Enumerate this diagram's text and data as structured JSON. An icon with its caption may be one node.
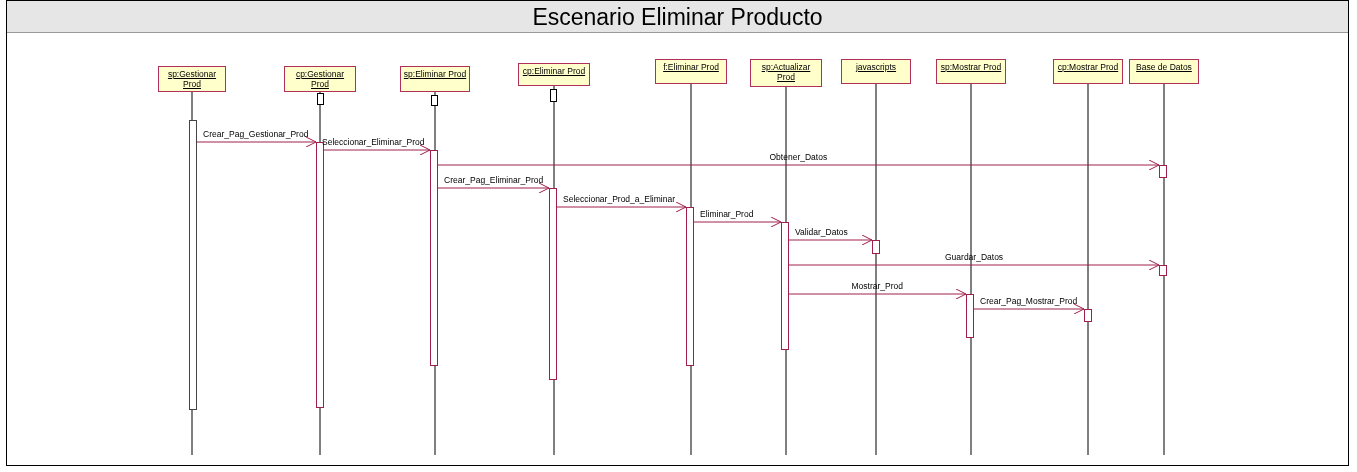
{
  "diagram": {
    "title": "Escenario Eliminar Producto",
    "nodes": [
      {
        "text": [
          "sp:Gestionar Prod"
        ]
      },
      {
        "text": [
          "cp:Gestionar Prod"
        ]
      },
      {
        "text": [
          "sp:Eliminar Prod"
        ]
      },
      {
        "text": [
          "cp:Eliminar Prod"
        ]
      },
      {
        "text": [
          "f:Eliminar Prod"
        ]
      },
      {
        "text": [
          "sp:Actualizar Prod"
        ]
      },
      {
        "text": [
          "javascripts"
        ]
      },
      {
        "text": [
          "sp:Mostrar Prod"
        ]
      },
      {
        "text": [
          "cp:Mostrar Prod"
        ]
      },
      {
        "text": [
          "Base de Datos"
        ]
      },
      {
        "text": [],
        "shape": "bar"
      },
      {
        "text": [],
        "shape": "bar"
      },
      {
        "text": [],
        "shape": "bar"
      },
      {
        "text": [],
        "shape": "bar"
      },
      {
        "text": [],
        "shape": "bar"
      },
      {
        "text": [],
        "shape": "bar"
      },
      {
        "text": [],
        "shape": "bar"
      },
      {
        "text": [],
        "shape": "bar"
      },
      {
        "text": [],
        "shape": "bar"
      },
      {
        "text": [],
        "shape": "bar"
      },
      {
        "text": [],
        "shape": "bar"
      }
    ],
    "edges": [
      {
        "from": 10,
        "to": 11,
        "arrow": "to",
        "label": "Crear_Pag_Gestionar_Prod"
      },
      {
        "from": 11,
        "to": 12,
        "arrow": "to",
        "label": "Seleccionar_Eliminar_Prod"
      },
      {
        "from": 12,
        "to": 19,
        "arrow": "to",
        "label": "Obtener_Datos"
      },
      {
        "from": 12,
        "to": 13,
        "arrow": "to",
        "label": "Crear_Pag_Eliminar_Prod"
      },
      {
        "from": 13,
        "to": 14,
        "arrow": "to",
        "label": "Seleccionar_Prod_a_Eliminar"
      },
      {
        "from": 14,
        "to": 15,
        "arrow": "to",
        "label": "Eliminar_Prod"
      },
      {
        "from": 15,
        "to": 16,
        "arrow": "to",
        "label": "Validar_Datos"
      },
      {
        "from": 15,
        "to": 20,
        "arrow": "to",
        "label": "Guardar_Datos"
      },
      {
        "from": 15,
        "to": 17,
        "arrow": "to",
        "label": "Mostrar_Prod"
      },
      {
        "from": 17,
        "to": 18,
        "arrow": "to",
        "label": "Crear_Pag_Mostrar_Prod"
      }
    ]
  }
}
